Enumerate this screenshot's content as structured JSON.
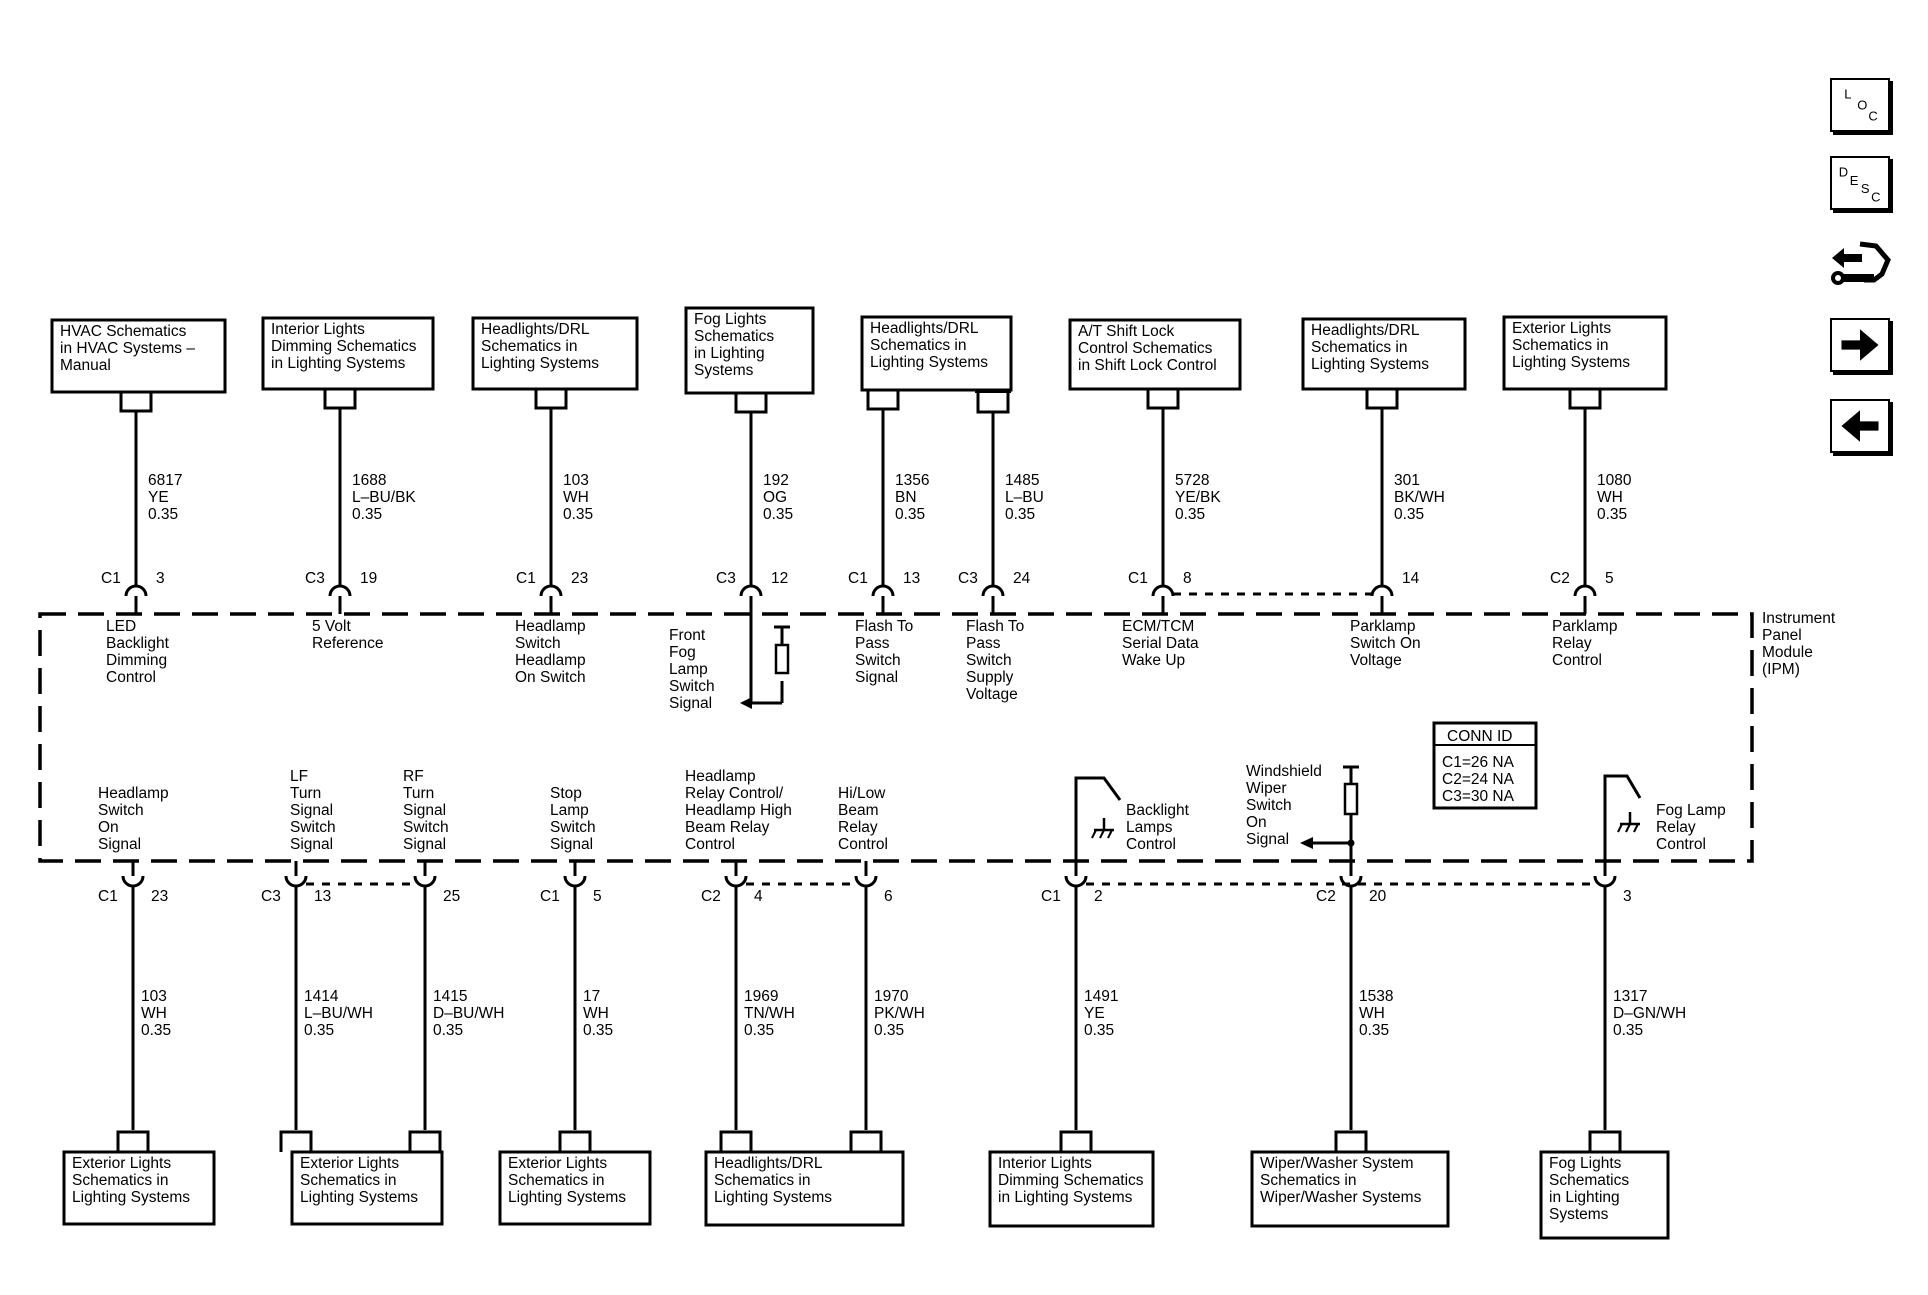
{
  "module": {
    "line1": "Instrument",
    "line2": "Panel",
    "line3": "Module",
    "line4": "(IPM)"
  },
  "conn_id": {
    "title": "CONN ID",
    "lines": [
      "C1=26 NA",
      "C2=24 NA",
      "C3=30 NA"
    ]
  },
  "nav": {
    "loc": [
      "L",
      "O",
      "C"
    ],
    "desc": [
      "D",
      "E",
      "S",
      "C"
    ],
    "icons": [
      "loc-icon",
      "desc-icon",
      "connector-end-view-icon",
      "arrow-right-icon",
      "arrow-left-icon"
    ]
  },
  "top_circuits": [
    {
      "box": [
        "HVAC Schematics",
        "in HVAC Systems –",
        "Manual"
      ],
      "circuit": "6817",
      "color": "YE",
      "gauge": "0.35",
      "conn": "C1",
      "pin": "3",
      "signal": [
        "LED",
        "Backlight",
        "Dimming",
        "Control"
      ]
    },
    {
      "box": [
        "Interior Lights",
        "Dimming Schematics",
        "in Lighting Systems"
      ],
      "circuit": "1688",
      "color": "L–BU/BK",
      "gauge": "0.35",
      "conn": "C3",
      "pin": "19",
      "signal": [
        "5 Volt",
        "Reference"
      ]
    },
    {
      "box": [
        "Headlights/DRL",
        "Schematics in",
        "Lighting Systems"
      ],
      "circuit": "103",
      "color": "WH",
      "gauge": "0.35",
      "conn": "C1",
      "pin": "23",
      "signal": [
        "Headlamp",
        "Switch",
        "Headlamp",
        "On Switch"
      ]
    },
    {
      "box": [
        "Fog Lights",
        "Schematics",
        "in Lighting",
        "Systems"
      ],
      "circuit": "192",
      "color": "OG",
      "gauge": "0.35",
      "conn": "C3",
      "pin": "12",
      "signal": [
        "Front",
        "Fog",
        "Lamp",
        "Switch",
        "Signal"
      ]
    },
    {
      "box": [
        "Headlights/DRL",
        "Schematics in",
        "Lighting Systems"
      ],
      "circuit": "1356",
      "color": "BN",
      "gauge": "0.35",
      "conn": "C1",
      "pin": "13",
      "signal": [
        "Flash To",
        "Pass",
        "Switch",
        "Signal"
      ]
    },
    {
      "box": [],
      "circuit": "1485",
      "color": "L–BU",
      "gauge": "0.35",
      "conn": "C3",
      "pin": "24",
      "signal": [
        "Flash To",
        "Pass",
        "Switch",
        "Supply",
        "Voltage"
      ]
    },
    {
      "box": [
        "A/T Shift Lock",
        "Control Schematics",
        "in Shift Lock Control"
      ],
      "circuit": "5728",
      "color": "YE/BK",
      "gauge": "0.35",
      "conn": "C1",
      "pin": "8",
      "signal": [
        "ECM/TCM",
        "Serial Data",
        "Wake Up"
      ]
    },
    {
      "box": [
        "Headlights/DRL",
        "Schematics in",
        "Lighting Systems"
      ],
      "circuit": "301",
      "color": "BK/WH",
      "gauge": "0.35",
      "conn": "",
      "pin": "14",
      "signal": [
        "Parklamp",
        "Switch On",
        "Voltage"
      ]
    },
    {
      "box": [
        "Exterior Lights",
        "Schematics in",
        "Lighting Systems"
      ],
      "circuit": "1080",
      "color": "WH",
      "gauge": "0.35",
      "conn": "C2",
      "pin": "5",
      "signal": [
        "Parklamp",
        "Relay",
        "Control"
      ]
    }
  ],
  "bottom_circuits": [
    {
      "box": [
        "Exterior Lights",
        "Schematics in",
        "Lighting Systems"
      ],
      "circuit": "103",
      "color": "WH",
      "gauge": "0.35",
      "conn": "C1",
      "pin": "23",
      "signal": [
        "Headlamp",
        "Switch",
        "On",
        "Signal"
      ]
    },
    {
      "box": [
        "Exterior Lights",
        "Schematics in",
        "Lighting Systems"
      ],
      "circuit": "1414",
      "color": "L–BU/WH",
      "gauge": "0.35",
      "conn": "C3",
      "pin": "13",
      "signal": [
        "LF",
        "Turn",
        "Signal",
        "Switch",
        "Signal"
      ]
    },
    {
      "box": [],
      "circuit": "1415",
      "color": "D–BU/WH",
      "gauge": "0.35",
      "conn": "",
      "pin": "25",
      "signal": [
        "RF",
        "Turn",
        "Signal",
        "Switch",
        "Signal"
      ]
    },
    {
      "box": [
        "Exterior Lights",
        "Schematics in",
        "Lighting Systems"
      ],
      "circuit": "17",
      "color": "WH",
      "gauge": "0.35",
      "conn": "C1",
      "pin": "5",
      "signal": [
        "Stop",
        "Lamp",
        "Switch",
        "Signal"
      ]
    },
    {
      "box": [
        "Headlights/DRL",
        "Schematics in",
        "Lighting Systems"
      ],
      "circuit": "1969",
      "color": "TN/WH",
      "gauge": "0.35",
      "conn": "C2",
      "pin": "4",
      "signal": [
        "Headlamp",
        "Relay Control/",
        "Headlamp High",
        "Beam Relay",
        "Control"
      ]
    },
    {
      "box": [],
      "circuit": "1970",
      "color": "PK/WH",
      "gauge": "0.35",
      "conn": "",
      "pin": "6",
      "signal": [
        "Hi/Low",
        "Beam",
        "Relay",
        "Control"
      ]
    },
    {
      "box": [
        "Interior Lights",
        "Dimming Schematics",
        "in Lighting Systems"
      ],
      "circuit": "1491",
      "color": "YE",
      "gauge": "0.35",
      "conn": "C1",
      "pin": "2",
      "signal": [
        "Backlight",
        "Lamps",
        "Control"
      ]
    },
    {
      "box": [
        "Wiper/Washer System",
        "Schematics in",
        "Wiper/Washer Systems"
      ],
      "circuit": "1538",
      "color": "WH",
      "gauge": "0.35",
      "conn": "C2",
      "pin": "20",
      "signal": [
        "Windshield",
        "Wiper",
        "Switch",
        "On",
        "Signal"
      ]
    },
    {
      "box": [
        "Fog Lights",
        "Schematics",
        "in Lighting",
        "Systems"
      ],
      "circuit": "1317",
      "color": "D–GN/WH",
      "gauge": "0.35",
      "conn": "",
      "pin": "3",
      "signal": [
        "Fog Lamp",
        "Relay",
        "Control"
      ]
    }
  ]
}
